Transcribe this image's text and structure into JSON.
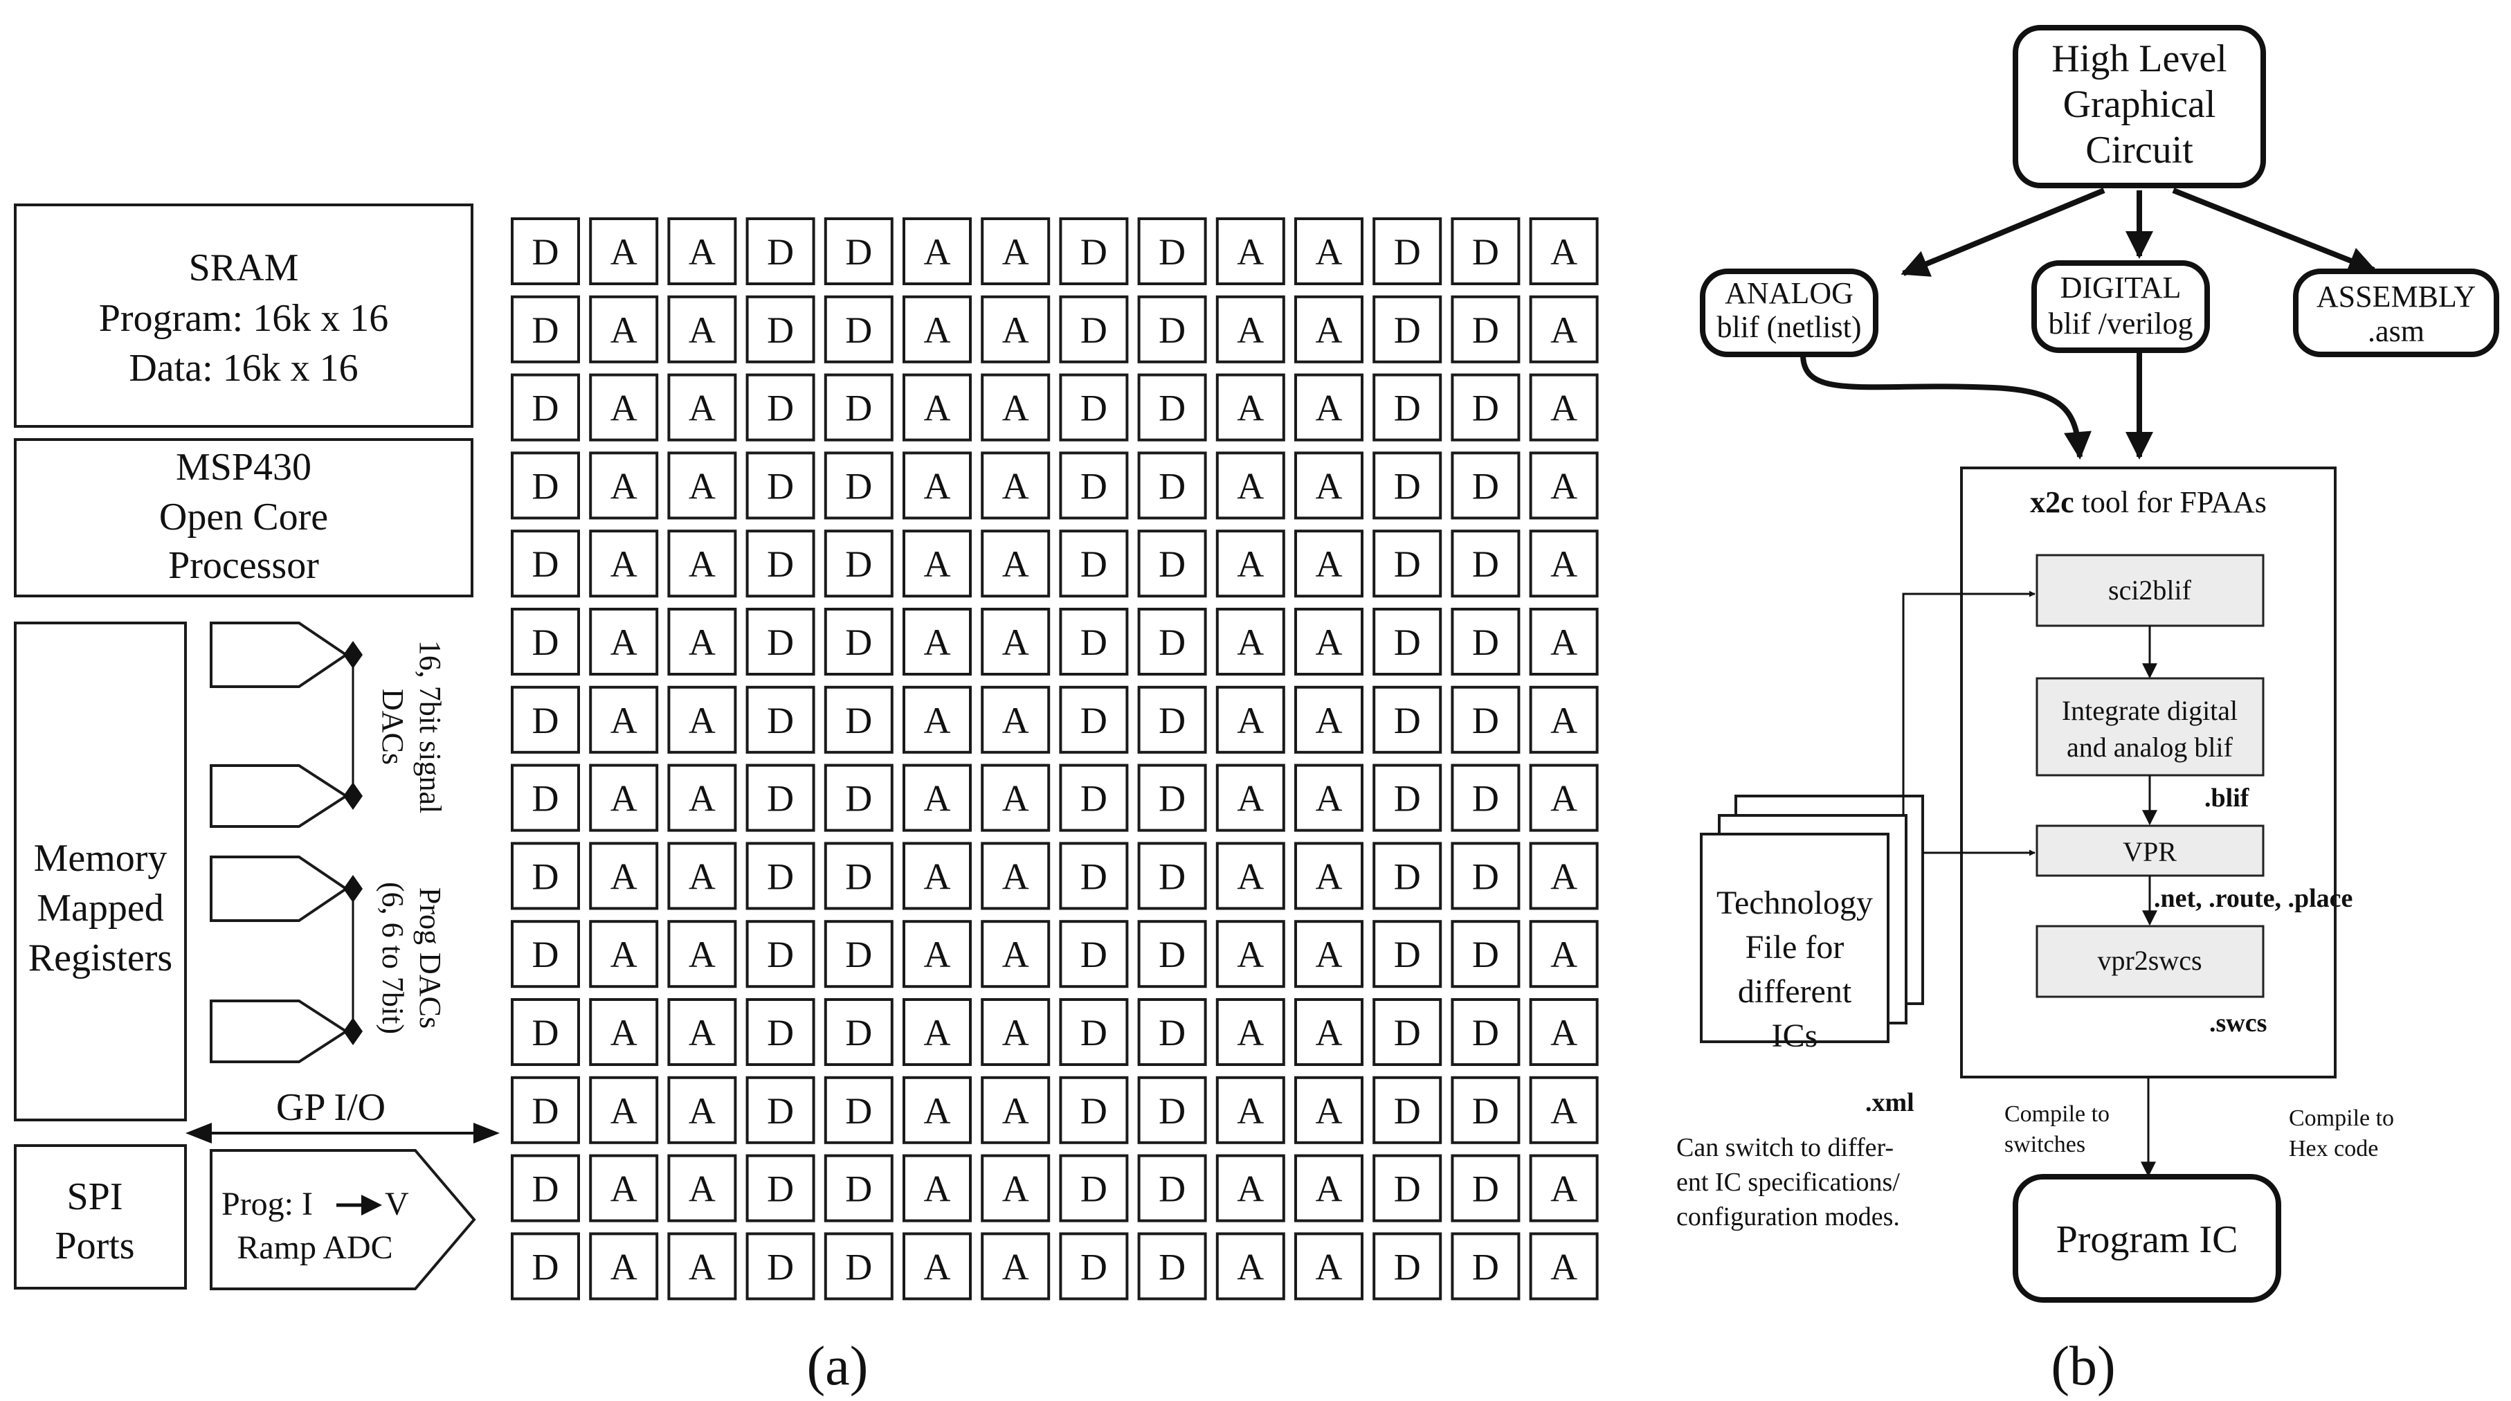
{
  "panel_a": {
    "sram": {
      "title": "SRAM",
      "line2": "Program: 16k x 16",
      "line3": "Data: 16k x 16"
    },
    "processor": {
      "line1": "MSP430",
      "line2": "Open Core",
      "line3": "Processor"
    },
    "registers": {
      "line1": "Memory",
      "line2": "Mapped",
      "line3": "Registers"
    },
    "signal_dacs": {
      "line1": "16, 7bit signal",
      "line2": "DACs"
    },
    "prog_dacs": {
      "line1": "Prog DACs",
      "line2": "(6, 6 to 7bit)"
    },
    "gpio_label": "GP I/O",
    "spi": {
      "line1": "SPI",
      "line2": "Ports"
    },
    "adc": {
      "line1_prefix": "Prog: I",
      "line1_suffix": "V",
      "line2": "Ramp ADC"
    },
    "grid_pattern": [
      "D",
      "A",
      "A",
      "D",
      "D",
      "A",
      "A",
      "D",
      "D",
      "A",
      "A",
      "D",
      "D",
      "A"
    ],
    "grid_rows": 14,
    "caption": "(a)"
  },
  "panel_b": {
    "high_level": {
      "line1": "High Level",
      "line2": "Graphical",
      "line3": "Circuit"
    },
    "analog": {
      "line1": "ANALOG",
      "line2": "blif (netlist)"
    },
    "digital": {
      "line1": "DIGITAL",
      "line2": "blif /verilog"
    },
    "assembly": {
      "line1": "ASSEMBLY",
      "line2": ".asm"
    },
    "tool_title_bold": "x2c",
    "tool_title_rest": " tool for FPAAs",
    "sci2blif": "sci2blif",
    "integrate": {
      "line1": "Integrate digital",
      "line2": "and analog blif"
    },
    "blif_ext": ".blif",
    "vpr": "VPR",
    "net_ext": ".net, .route, .place",
    "vpr2swcs": "vpr2swcs",
    "swcs_ext": ".swcs",
    "tech_file": {
      "line1": "Technology",
      "line2": "File for",
      "line3": "different",
      "line4": "ICs"
    },
    "xml_ext": ".xml",
    "switch_note": {
      "line1": "Can switch to differ-",
      "line2": "ent IC specifications/",
      "line3": "configuration modes."
    },
    "compile_switches": {
      "line1": "Compile to",
      "line2": "switches"
    },
    "compile_hex": {
      "line1": "Compile to",
      "line2": "Hex code"
    },
    "program_ic": "Program IC",
    "caption": "(b)"
  }
}
